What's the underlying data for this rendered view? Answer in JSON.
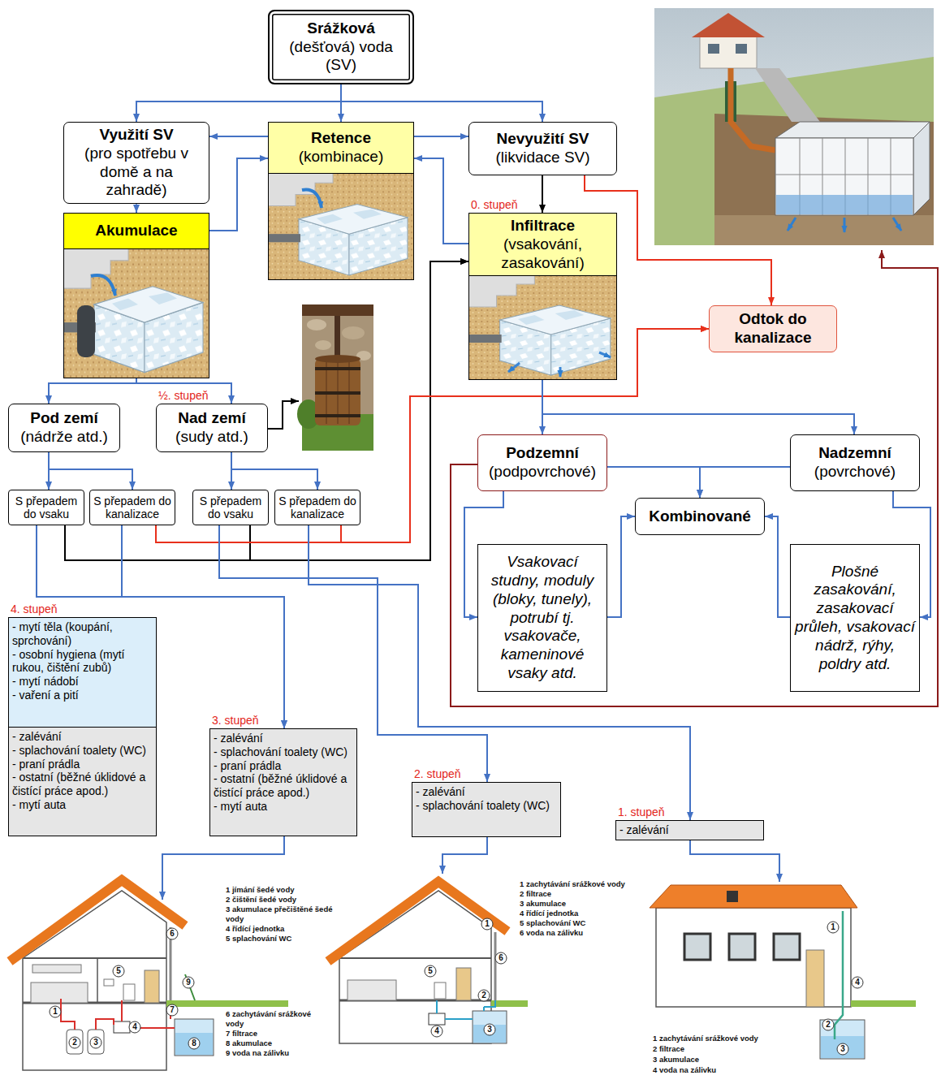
{
  "diagram": {
    "nodes": [
      {
        "text": [
          "Srážková",
          "(dešťová) voda (SV)"
        ]
      },
      {
        "text": [
          "Využití SV",
          "(pro spotřebu v domě a na zahradě)"
        ]
      },
      {
        "text": [
          "Retence",
          "(kombinace)"
        ]
      },
      {
        "text": [
          "Nevyužití SV",
          "(likvidace SV)"
        ]
      },
      {
        "text": [
          "Akumulace"
        ]
      },
      {
        "text": [
          "0. stupeň",
          "Infiltrace",
          "(vsakování, zasakování)"
        ]
      },
      {
        "text": [
          "Odtok do kanalizace"
        ]
      },
      {
        "text": [
          "Pod zemí",
          "(nádrže atd.)"
        ]
      },
      {
        "text": [
          "½. stupeň",
          "Nad zemí",
          "(sudy atd.)"
        ]
      },
      {
        "text": [
          "S přepadem do vsaku"
        ]
      },
      {
        "text": [
          "S přepadem do kanalizace"
        ]
      },
      {
        "text": [
          "S přepadem do vsaku"
        ]
      },
      {
        "text": [
          "S přepadem do kanalizace"
        ]
      },
      {
        "text": [
          "Podzemní",
          "(podpovrchové)"
        ]
      },
      {
        "text": [
          "Nadzemní",
          "(povrchové)"
        ]
      },
      {
        "text": [
          "Kombinované"
        ]
      },
      {
        "text": [
          "Vsakovací studny, moduly (bloky, tunely), potrubí tj. vsakovače, kameninové vsaky atd."
        ]
      },
      {
        "text": [
          "Plošné zasakování, zasakovací průleh, vsakovací nádrž, rýhy, poldry atd."
        ]
      },
      {
        "text": [
          "4. stupeň",
          "- mytí těla (koupání, sprchování)",
          "- osobní hygiena (mytí rukou, čištění zubů)",
          "- mytí nádobí",
          "- vaření a pití",
          "- zalévání",
          "- splachování toalety (WC)",
          "- praní prádla",
          "- ostatní (běžné úklidové a čistící práce apod.)",
          "- mytí auta"
        ]
      },
      {
        "text": [
          "3. stupeň",
          "- zalévání",
          "- splachování toalety (WC)",
          "- praní prádla",
          "- ostatní (běžné úklidové a čistící práce apod.)",
          "- mytí auta"
        ]
      },
      {
        "text": [
          "2. stupeň",
          "- zalévání",
          "- splachování toalety (WC)"
        ]
      },
      {
        "text": [
          "1. stupeň",
          "- zalévání"
        ]
      }
    ],
    "edges": [
      {
        "from": 0,
        "to": 1,
        "arrow": "to"
      },
      {
        "from": 0,
        "to": 2,
        "arrow": "to"
      },
      {
        "from": 0,
        "to": 3,
        "arrow": "to"
      },
      {
        "from": 2,
        "to": 1,
        "arrow": "to"
      },
      {
        "from": 2,
        "to": 3,
        "arrow": "to"
      },
      {
        "from": 4,
        "to": 2,
        "arrow": "to"
      },
      {
        "from": 5,
        "to": 2,
        "arrow": "to"
      },
      {
        "from": 1,
        "to": 4,
        "arrow": "to"
      },
      {
        "from": 3,
        "to": 5,
        "arrow": "to"
      },
      {
        "from": 3,
        "to": 6,
        "arrow": "to"
      },
      {
        "from": 4,
        "to": 7,
        "arrow": "to"
      },
      {
        "from": 4,
        "to": 8,
        "arrow": "to"
      },
      {
        "from": 7,
        "to": 9,
        "arrow": "to"
      },
      {
        "from": 7,
        "to": 10,
        "arrow": "to"
      },
      {
        "from": 8,
        "to": 11,
        "arrow": "to"
      },
      {
        "from": 8,
        "to": 12,
        "arrow": "to"
      },
      {
        "from": 9,
        "to": 5,
        "arrow": "to"
      },
      {
        "from": 11,
        "to": 5,
        "arrow": "to"
      },
      {
        "from": 10,
        "to": 6,
        "arrow": "to"
      },
      {
        "from": 12,
        "to": 6,
        "arrow": "to"
      },
      {
        "from": 9,
        "to": 19,
        "arrow": "to"
      },
      {
        "from": 10,
        "to": 19,
        "arrow": "to"
      },
      {
        "from": 11,
        "to": 20,
        "arrow": "to"
      },
      {
        "from": 12,
        "to": 21,
        "arrow": "to"
      },
      {
        "from": 5,
        "to": 13,
        "arrow": "to"
      },
      {
        "from": 5,
        "to": 14,
        "arrow": "to"
      },
      {
        "from": 13,
        "to": 15,
        "arrow": "to"
      },
      {
        "from": 14,
        "to": 15,
        "arrow": "to"
      },
      {
        "from": 13,
        "to": 16,
        "arrow": "to"
      },
      {
        "from": 16,
        "to": 15,
        "arrow": "to"
      },
      {
        "from": 14,
        "to": 17,
        "arrow": "to"
      },
      {
        "from": 17,
        "to": 15,
        "arrow": "to"
      }
    ],
    "labels": [
      "1 jímání šedé vody",
      "2 čištění šedé vody",
      "3 akumulace přečištěné šedé vody",
      "4 řídící jednotka",
      "5 splachování WC",
      "6 zachytávání srážkové vody",
      "7 filtrace",
      "8 akumulace",
      "9 voda na zálivku",
      "6",
      "9",
      "5",
      "7",
      "1",
      "2",
      "3",
      "4",
      "8",
      "1 zachytávání srážkové vody",
      "2 filtrace",
      "3 akumulace",
      "4 řídící jednotka",
      "5 splachování WC",
      "6 voda na zálivku",
      "1",
      "6",
      "5",
      "2",
      "4",
      "3",
      "1 zachytávání srážkové vody",
      "2 filtrace",
      "3 akumulace",
      "4 voda na zálivku",
      "1",
      "4",
      "2",
      "3"
    ]
  }
}
